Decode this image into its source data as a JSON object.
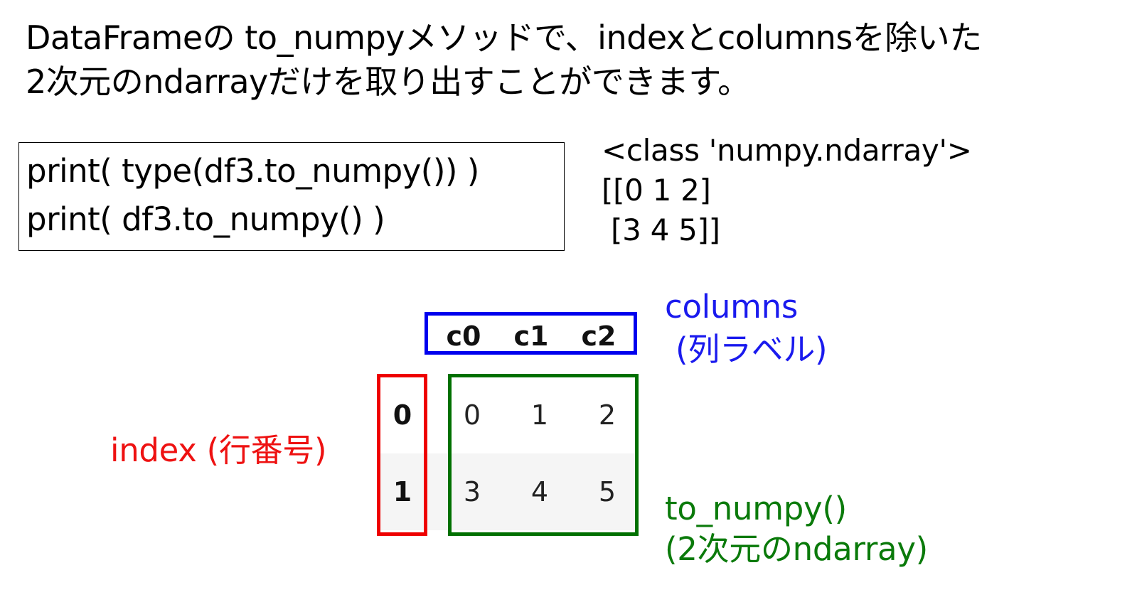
{
  "heading": {
    "line1": "DataFrameの to_numpyメソッドで、indexとcolumnsを除いた",
    "line2": "2次元のndarrayだけを取り出すことができます。"
  },
  "code": {
    "lines": [
      "print( type(df3.to_numpy()) )",
      "print( df3.to_numpy() )"
    ]
  },
  "output": {
    "lines": [
      "<class 'numpy.ndarray'>",
      "[[0 1 2]",
      " [3 4 5]]"
    ]
  },
  "dataframe": {
    "columns": [
      "c0",
      "c1",
      "c2"
    ],
    "index": [
      "0",
      "1"
    ],
    "rows": [
      [
        "0",
        "1",
        "2"
      ],
      [
        "3",
        "4",
        "5"
      ]
    ]
  },
  "labels": {
    "columns": "columns",
    "columns_sub": "(列ラベル)",
    "index": "index (行番号)",
    "to_numpy": "to_numpy()",
    "to_numpy_sub": "(2次元のndarray)"
  },
  "colors": {
    "columns": "#0000ee",
    "index": "#ee0000",
    "values": "#007000"
  }
}
